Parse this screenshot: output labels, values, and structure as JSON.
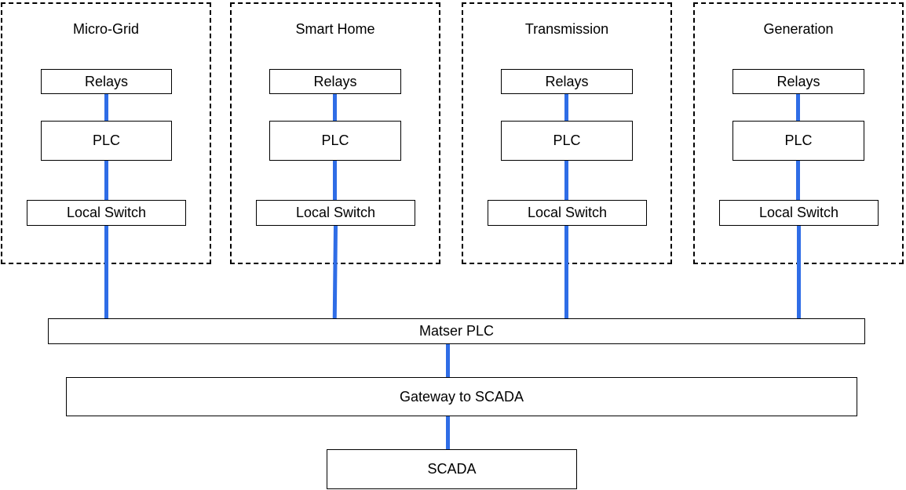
{
  "groups": [
    {
      "title": "Micro-Grid",
      "relays": "Relays",
      "plc": "PLC",
      "switch": "Local Switch"
    },
    {
      "title": "Smart Home",
      "relays": "Relays",
      "plc": "PLC",
      "switch": "Local Switch"
    },
    {
      "title": "Transmission",
      "relays": "Relays",
      "plc": "PLC",
      "switch": "Local Switch"
    },
    {
      "title": "Generation",
      "relays": "Relays",
      "plc": "PLC",
      "switch": "Local Switch"
    }
  ],
  "master_plc": "Matser PLC",
  "gateway": "Gateway to SCADA",
  "scada": "SCADA",
  "colors": {
    "link": "#2f6de6",
    "border": "#000000"
  }
}
